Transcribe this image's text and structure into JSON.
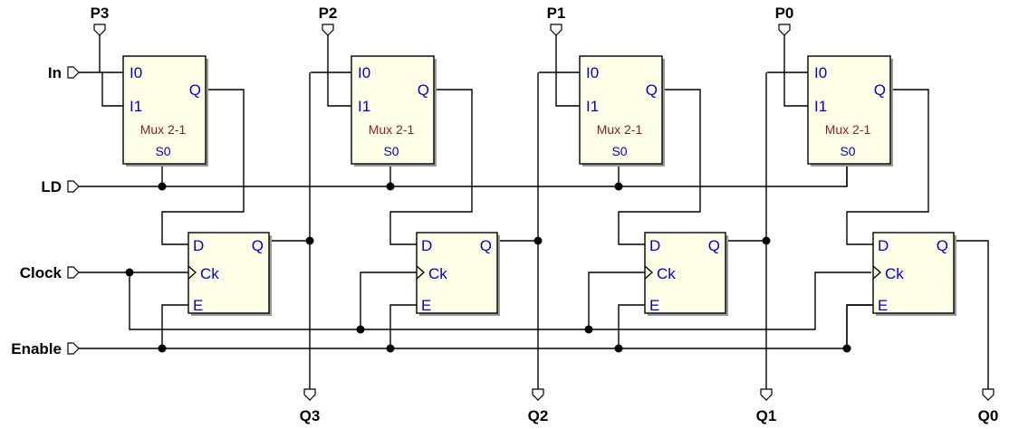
{
  "diagram": {
    "inputs": {
      "in": "In",
      "ld": "LD",
      "clock": "Clock",
      "enable": "Enable"
    },
    "parallel_inputs": [
      "P3",
      "P2",
      "P1",
      "P0"
    ],
    "outputs": [
      "Q3",
      "Q2",
      "Q1",
      "Q0"
    ],
    "mux": {
      "name": "Mux 2-1",
      "in0": "I0",
      "in1": "I1",
      "out": "Q",
      "select": "S0"
    },
    "flipflop": {
      "d": "D",
      "q": "Q",
      "clk": "Ck",
      "enable": "E"
    }
  }
}
